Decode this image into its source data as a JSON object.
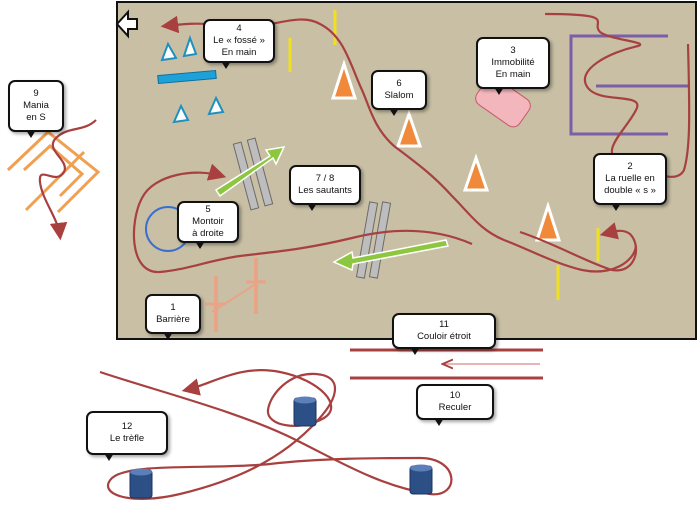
{
  "stations": [
    {
      "id": "1",
      "lines": [
        "1",
        "Barrière"
      ]
    },
    {
      "id": "2",
      "lines": [
        "2",
        "La ruelle en",
        "double « s »"
      ]
    },
    {
      "id": "3",
      "lines": [
        "3",
        "Immobilité",
        "En main"
      ]
    },
    {
      "id": "4",
      "lines": [
        "4",
        "Le « fossé »",
        "En main"
      ]
    },
    {
      "id": "5",
      "lines": [
        "5",
        "Montoir",
        "à droite"
      ]
    },
    {
      "id": "6",
      "lines": [
        "6",
        "Slalom"
      ]
    },
    {
      "id": "78",
      "lines": [
        "7 / 8",
        "Les sautants"
      ]
    },
    {
      "id": "9",
      "lines": [
        "9",
        "Mania",
        "en S"
      ]
    },
    {
      "id": "10",
      "lines": [
        "10",
        "Reculer"
      ]
    },
    {
      "id": "11",
      "lines": [
        "11",
        "Couloir étroit"
      ]
    },
    {
      "id": "12",
      "lines": [
        "12",
        "Le trèfle"
      ]
    }
  ],
  "icons": {
    "back": "arrow-left-icon"
  },
  "colors": {
    "arena": "#c8bfa4",
    "route": "#a84040",
    "cone": "#f08a3a",
    "barrel": "#2c4f86",
    "jump_arrow": "#8dc63f",
    "immobility_box": "#f4b6bd",
    "ruelle_lines": "#7b5ea8",
    "mania_lines": "#f0a050",
    "fosse_bar": "#1ea0d8"
  }
}
